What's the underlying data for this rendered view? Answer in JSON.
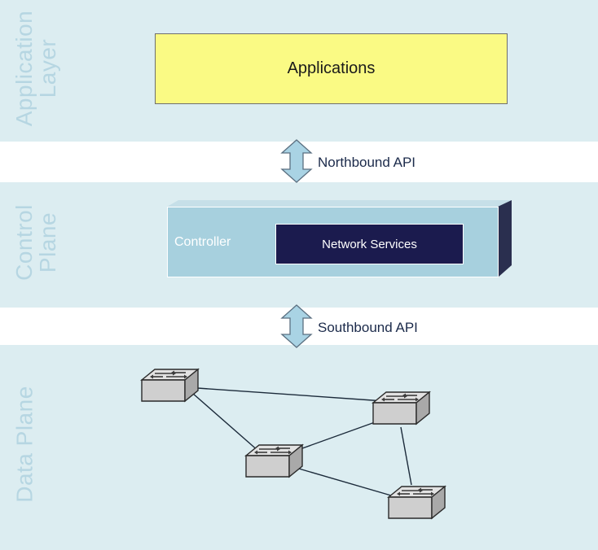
{
  "layers": {
    "application": "Application Layer",
    "control": "Control Plane",
    "data": "Data Plane"
  },
  "application_box": {
    "label": "Applications"
  },
  "apis": {
    "northbound": "Northbound API",
    "southbound": "Southbound API"
  },
  "controller": {
    "label": "Controller",
    "network_services": "Network Services"
  },
  "network": {
    "switches": [
      "switch-1",
      "switch-2",
      "switch-3",
      "switch-4"
    ],
    "links": [
      [
        "switch-1",
        "switch-2"
      ],
      [
        "switch-1",
        "switch-3"
      ],
      [
        "switch-3",
        "switch-2"
      ],
      [
        "switch-2",
        "switch-4"
      ],
      [
        "switch-3",
        "switch-4"
      ]
    ]
  },
  "colors": {
    "band": "#dcedf1",
    "layer_text": "#b6d6e2",
    "applications": "#fafa84",
    "controller": "#a7d0de",
    "network_services": "#1b1b4e",
    "arrow": "#a9d3e4"
  }
}
